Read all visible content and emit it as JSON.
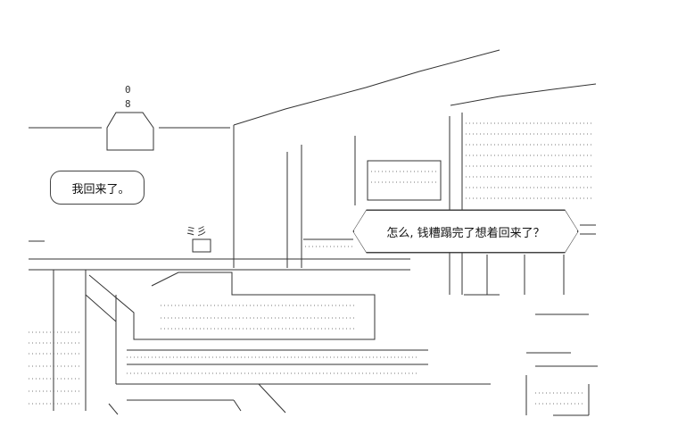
{
  "dialogue": {
    "left_bubble": "我回来了。",
    "right_bubble": "怎么, 钱糟蹋完了想着回来了？"
  },
  "sign_text": "ミ彡",
  "colors": {
    "line": "#333333",
    "dots": "#777777",
    "background": "#ffffff"
  }
}
